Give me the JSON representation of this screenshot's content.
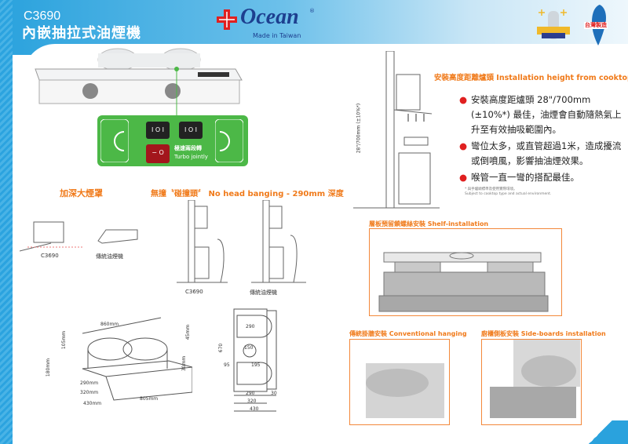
{
  "header": {
    "model": "C3690",
    "title": "內嵌抽拉式油煙機",
    "brand": "Ocean",
    "brand_sub": "Made in Taiwan",
    "registered": "®",
    "made_in_taiwan_badge": "台灣製造"
  },
  "control_panel": {
    "switch_left": "I O I",
    "switch_right": "I O I",
    "switch_turbo": "− O",
    "turbo_label_zh": "極速兩段轉",
    "turbo_label_en": "Turbo jointly"
  },
  "deep_hood": {
    "title": "加深大煙罩",
    "label_c3690": "C3690",
    "label_traditional": "傳統油煙機"
  },
  "no_head": {
    "title": "無撞〝碰撞頭〞 No head banging - 290mm 深度",
    "label_c3690": "C3690",
    "label_traditional": "傳統油煙機"
  },
  "install_height": {
    "title": "安裝高度距離爐頭 Installation height from cooktop*",
    "vertical_label": "28\"/700mm (±10%*)",
    "bullets": [
      "安裝高度距爐頭 28\"/700mm (±10%*) 最佳，油煙會自動隨熱氣上升至有效抽吸範圍內。",
      "彎位太多，或直管超過1米，造成擾流或倒噴風，影響抽油煙效果。",
      "喉管一直一彎的搭配最佳。"
    ],
    "note_zh": "* 與手爐頭標準及使用實際環境。",
    "note_en": "Subject to cooktop type and actual environment."
  },
  "installation": {
    "shelf": "層板預留鎖螺絲安裝 Shelf-installation",
    "conventional": "傳統掛牆安裝 Conventional hanging",
    "side_boards": "廚櫃側板安裝 Side-boards installation"
  },
  "dimensions_3d": {
    "d860": "860mm",
    "d105": "105mm",
    "d180": "180mm",
    "d45": "45mm",
    "d30": "30mm",
    "d290": "290mm",
    "d320": "320mm",
    "d430": "430mm",
    "d805": "805mm"
  },
  "dimensions_top": {
    "t290": "290",
    "t150": "150",
    "t95": "95",
    "t195": "195",
    "t670": "670",
    "b290": "290",
    "b30": "30",
    "b320": "320",
    "b430": "430"
  },
  "colors": {
    "accent": "#f07a1a",
    "brand_blue": "#2aa2dd",
    "panel_green": "#4cb847"
  }
}
